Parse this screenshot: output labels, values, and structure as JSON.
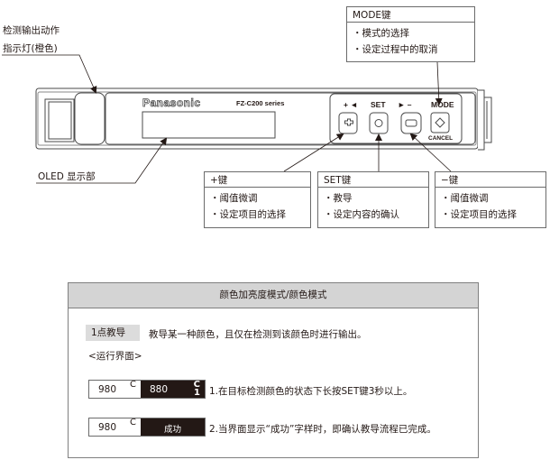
{
  "device": {
    "brand": "Panasonic",
    "model": "FZ-C200 series",
    "buttons": {
      "plus_label": "+ ◄",
      "set_label": "SET",
      "minus_label": "► –",
      "mode_label": "MODE",
      "cancel_label": "CANCEL"
    }
  },
  "annotations": {
    "indicator_line1": "检测输出动作",
    "indicator_line2": "指示灯(橙色)",
    "oled": "OLED 显示部"
  },
  "callouts": {
    "mode": {
      "title": "MODE键",
      "items": [
        "・模式的选择",
        "・设定过程中的取消"
      ]
    },
    "plus": {
      "title": "+键",
      "items": [
        "・阈值微调",
        "・设定项目的选择"
      ]
    },
    "set": {
      "title": "SET键",
      "items": [
        "・教导",
        "・设定内容的确认"
      ]
    },
    "minus": {
      "title": "−键",
      "items": [
        "・阈值微调",
        "・设定项目的选择"
      ]
    }
  },
  "panel": {
    "title": "颜色加亮度模式/颜色模式",
    "teach_tag": "1点教导",
    "teach_desc": "教导某一种颜色，且仅在检测到该颜色时进行输出。",
    "screen_label": "<运行界面>",
    "steps": [
      {
        "display_left_value": "980",
        "display_left_unit": "C",
        "display_right_value": "880",
        "display_right_unit": "C",
        "display_right_sub": "1",
        "text": "1.在目标检测颜色的状态下长按SET键3秒以上。"
      },
      {
        "display_left_value": "980",
        "display_left_unit": "C",
        "display_right_text": "成功",
        "text": "2.当界面显示“成功”字样时，即确认教导流程已完成。"
      }
    ]
  }
}
